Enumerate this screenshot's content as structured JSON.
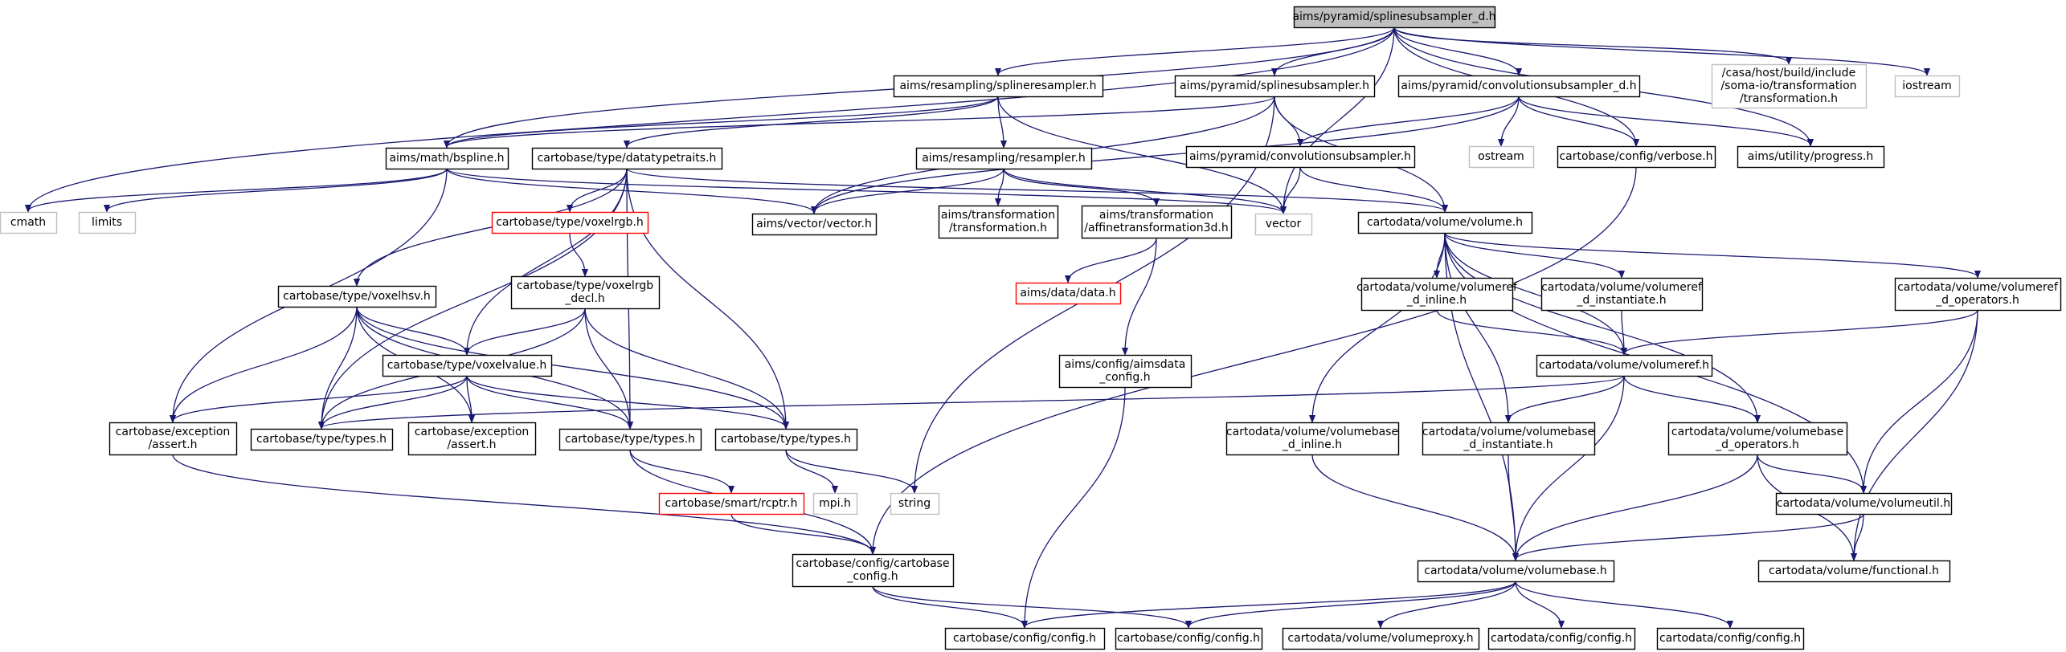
{
  "nodes": [
    {
      "id": "root",
      "kind": "root",
      "lines": [
        "aims/pyramid/splinesubsampler_d.h"
      ]
    },
    {
      "id": "splineresampler",
      "kind": "normal",
      "lines": [
        "aims/resampling/splineresampler.h"
      ]
    },
    {
      "id": "splinesubsampler",
      "kind": "normal",
      "lines": [
        "aims/pyramid/splinesubsampler.h"
      ]
    },
    {
      "id": "convsub_d",
      "kind": "normal",
      "lines": [
        "aims/pyramid/convolutionsubsampler_d.h"
      ]
    },
    {
      "id": "transformation_ext",
      "kind": "missing",
      "lines": [
        "/casa/host/build/include",
        "/soma-io/transformation",
        "/transformation.h"
      ]
    },
    {
      "id": "iostream",
      "kind": "missing",
      "lines": [
        "iostream"
      ]
    },
    {
      "id": "bspline",
      "kind": "normal",
      "lines": [
        "aims/math/bspline.h"
      ]
    },
    {
      "id": "datatypetraits",
      "kind": "normal",
      "lines": [
        "cartobase/type/datatypetraits.h"
      ]
    },
    {
      "id": "resampler",
      "kind": "normal",
      "lines": [
        "aims/resampling/resampler.h"
      ]
    },
    {
      "id": "convsub",
      "kind": "normal",
      "lines": [
        "aims/pyramid/convolutionsubsampler.h"
      ]
    },
    {
      "id": "ostream",
      "kind": "missing",
      "lines": [
        "ostream"
      ]
    },
    {
      "id": "verbose",
      "kind": "normal",
      "lines": [
        "cartobase/config/verbose.h"
      ]
    },
    {
      "id": "progress",
      "kind": "normal",
      "lines": [
        "aims/utility/progress.h"
      ]
    },
    {
      "id": "cmath",
      "kind": "missing",
      "lines": [
        "cmath"
      ]
    },
    {
      "id": "limits",
      "kind": "missing",
      "lines": [
        "limits"
      ]
    },
    {
      "id": "aims_transformation",
      "kind": "normal",
      "lines": [
        "aims/transformation",
        "/transformation.h"
      ]
    },
    {
      "id": "affine3d",
      "kind": "normal",
      "lines": [
        "aims/transformation",
        "/affinetransformation3d.h"
      ]
    },
    {
      "id": "vectorh",
      "kind": "normal",
      "lines": [
        "aims/vector/vector.h"
      ]
    },
    {
      "id": "vector",
      "kind": "missing",
      "lines": [
        "vector"
      ]
    },
    {
      "id": "volume",
      "kind": "normal",
      "lines": [
        "cartodata/volume/volume.h"
      ]
    },
    {
      "id": "voxelrgb",
      "kind": "broken",
      "lines": [
        "cartobase/type/voxelrgb.h"
      ]
    },
    {
      "id": "aimsdata",
      "kind": "broken",
      "lines": [
        "aims/data/data.h"
      ]
    },
    {
      "id": "voxelhsv",
      "kind": "normal",
      "lines": [
        "cartobase/type/voxelhsv.h"
      ]
    },
    {
      "id": "voxelrgb_decl",
      "kind": "normal",
      "lines": [
        "cartobase/type/voxelrgb",
        "_decl.h"
      ]
    },
    {
      "id": "volumeref_inline",
      "kind": "normal",
      "lines": [
        "cartodata/volume/volumeref",
        "_d_inline.h"
      ]
    },
    {
      "id": "volumeref_inst",
      "kind": "normal",
      "lines": [
        "cartodata/volume/volumeref",
        "_d_instantiate.h"
      ]
    },
    {
      "id": "volumeref_ops",
      "kind": "normal",
      "lines": [
        "cartodata/volume/volumeref",
        "_d_operators.h"
      ]
    },
    {
      "id": "voxelvalue",
      "kind": "normal",
      "lines": [
        "cartobase/type/voxelvalue.h"
      ]
    },
    {
      "id": "aimsdata_config",
      "kind": "normal",
      "lines": [
        "aims/config/aimsdata",
        "_config.h"
      ]
    },
    {
      "id": "volumeref",
      "kind": "normal",
      "lines": [
        "cartodata/volume/volumeref.h"
      ]
    },
    {
      "id": "assert1",
      "kind": "normal",
      "lines": [
        "cartobase/exception",
        "/assert.h"
      ]
    },
    {
      "id": "types1",
      "kind": "normal",
      "lines": [
        "cartobase/type/types.h"
      ]
    },
    {
      "id": "assert2",
      "kind": "normal",
      "lines": [
        "cartobase/exception",
        "/assert.h"
      ]
    },
    {
      "id": "types2",
      "kind": "normal",
      "lines": [
        "cartobase/type/types.h"
      ]
    },
    {
      "id": "types3",
      "kind": "normal",
      "lines": [
        "cartobase/type/types.h"
      ]
    },
    {
      "id": "volumebase_inline",
      "kind": "normal",
      "lines": [
        "cartodata/volume/volumebase",
        "_d_inline.h"
      ]
    },
    {
      "id": "volumebase_inst",
      "kind": "normal",
      "lines": [
        "cartodata/volume/volumebase",
        "_d_instantiate.h"
      ]
    },
    {
      "id": "volumebase_ops",
      "kind": "normal",
      "lines": [
        "cartodata/volume/volumebase",
        "_d_operators.h"
      ]
    },
    {
      "id": "mpi",
      "kind": "missing",
      "lines": [
        "mpi.h"
      ]
    },
    {
      "id": "string",
      "kind": "missing",
      "lines": [
        "string"
      ]
    },
    {
      "id": "rcptr",
      "kind": "broken",
      "lines": [
        "cartobase/smart/rcptr.h"
      ]
    },
    {
      "id": "volumeutil",
      "kind": "normal",
      "lines": [
        "cartodata/volume/volumeutil.h"
      ]
    },
    {
      "id": "cartobase_config",
      "kind": "normal",
      "lines": [
        "cartobase/config/cartobase",
        "_config.h"
      ]
    },
    {
      "id": "volumebase",
      "kind": "normal",
      "lines": [
        "cartodata/volume/volumebase.h"
      ]
    },
    {
      "id": "functional",
      "kind": "normal",
      "lines": [
        "cartodata/volume/functional.h"
      ]
    },
    {
      "id": "config1",
      "kind": "normal",
      "lines": [
        "cartobase/config/config.h"
      ]
    },
    {
      "id": "config2",
      "kind": "normal",
      "lines": [
        "cartobase/config/config.h"
      ]
    },
    {
      "id": "volumeproxy",
      "kind": "normal",
      "lines": [
        "cartodata/volume/volumeproxy.h"
      ]
    },
    {
      "id": "config3",
      "kind": "normal",
      "lines": [
        "cartodata/config/config.h"
      ]
    },
    {
      "id": "config4",
      "kind": "normal",
      "lines": [
        "cartodata/config/config.h"
      ]
    }
  ],
  "edges": [
    [
      "root",
      "splineresampler"
    ],
    [
      "root",
      "splinesubsampler"
    ],
    [
      "root",
      "convsub_d"
    ],
    [
      "root",
      "transformation_ext"
    ],
    [
      "root",
      "iostream"
    ],
    [
      "root",
      "bspline"
    ],
    [
      "root",
      "cmath"
    ],
    [
      "root",
      "vector"
    ],
    [
      "root",
      "verbose"
    ],
    [
      "root",
      "progress"
    ],
    [
      "splineresampler",
      "bspline"
    ],
    [
      "splineresampler",
      "datatypetraits"
    ],
    [
      "splineresampler",
      "resampler"
    ],
    [
      "splineresampler",
      "vector"
    ],
    [
      "splinesubsampler",
      "convsub"
    ],
    [
      "splinesubsampler",
      "volume"
    ],
    [
      "splinesubsampler",
      "vectorh"
    ],
    [
      "splinesubsampler",
      "string"
    ],
    [
      "splinesubsampler",
      "bspline"
    ],
    [
      "convsub_d",
      "convsub"
    ],
    [
      "convsub_d",
      "ostream"
    ],
    [
      "convsub_d",
      "verbose"
    ],
    [
      "convsub_d",
      "progress"
    ],
    [
      "convsub_d",
      "vectorh"
    ],
    [
      "bspline",
      "cmath"
    ],
    [
      "bspline",
      "limits"
    ],
    [
      "bspline",
      "vectorh"
    ],
    [
      "bspline",
      "assert1"
    ],
    [
      "bspline",
      "vector"
    ],
    [
      "datatypetraits",
      "voxelrgb"
    ],
    [
      "datatypetraits",
      "voxelhsv"
    ],
    [
      "datatypetraits",
      "voxelvalue"
    ],
    [
      "datatypetraits",
      "types1"
    ],
    [
      "datatypetraits",
      "types2"
    ],
    [
      "datatypetraits",
      "types3"
    ],
    [
      "datatypetraits",
      "volume"
    ],
    [
      "resampler",
      "aims_transformation"
    ],
    [
      "resampler",
      "affine3d"
    ],
    [
      "resampler",
      "vectorh"
    ],
    [
      "resampler",
      "vector"
    ],
    [
      "convsub",
      "volume"
    ],
    [
      "convsub",
      "vector"
    ],
    [
      "verbose",
      "cartobase_config"
    ],
    [
      "affine3d",
      "aimsdata"
    ],
    [
      "affine3d",
      "aimsdata_config"
    ],
    [
      "voxelrgb",
      "voxelrgb_decl"
    ],
    [
      "voxelrgb_decl",
      "voxelvalue"
    ],
    [
      "voxelrgb_decl",
      "types1"
    ],
    [
      "voxelrgb_decl",
      "types2"
    ],
    [
      "voxelrgb_decl",
      "types3"
    ],
    [
      "voxelhsv",
      "voxelvalue"
    ],
    [
      "voxelhsv",
      "assert1"
    ],
    [
      "voxelhsv",
      "types1"
    ],
    [
      "voxelhsv",
      "assert2"
    ],
    [
      "voxelhsv",
      "types2"
    ],
    [
      "voxelhsv",
      "types3"
    ],
    [
      "voxelvalue",
      "assert1"
    ],
    [
      "voxelvalue",
      "types1"
    ],
    [
      "voxelvalue",
      "assert2"
    ],
    [
      "voxelvalue",
      "types2"
    ],
    [
      "voxelvalue",
      "types3"
    ],
    [
      "volume",
      "volumeref_inline"
    ],
    [
      "volume",
      "volumeref_inst"
    ],
    [
      "volume",
      "volumeref_ops"
    ],
    [
      "volume",
      "volumeref"
    ],
    [
      "volume",
      "volumebase_inline"
    ],
    [
      "volume",
      "volumebase_inst"
    ],
    [
      "volume",
      "volumebase_ops"
    ],
    [
      "volume",
      "volumeutil"
    ],
    [
      "volume",
      "volumebase"
    ],
    [
      "volumeref_inline",
      "volumeref"
    ],
    [
      "volumeref_inst",
      "volumeref"
    ],
    [
      "volumeref_ops",
      "volumeref"
    ],
    [
      "volumeref_ops",
      "volumeutil"
    ],
    [
      "volumeref_ops",
      "functional"
    ],
    [
      "volumeref",
      "types1"
    ],
    [
      "volumeref",
      "volumebase_inst"
    ],
    [
      "volumeref",
      "volumebase_ops"
    ],
    [
      "volumeref",
      "volumebase"
    ],
    [
      "aimsdata_config",
      "config1"
    ],
    [
      "assert1",
      "cartobase_config"
    ],
    [
      "types2",
      "rcptr"
    ],
    [
      "types2",
      "cartobase_config"
    ],
    [
      "types3",
      "mpi"
    ],
    [
      "types3",
      "string"
    ],
    [
      "rcptr",
      "cartobase_config"
    ],
    [
      "volumebase_inline",
      "volumebase"
    ],
    [
      "volumebase_inst",
      "volumebase"
    ],
    [
      "volumebase_ops",
      "volumeutil"
    ],
    [
      "volumebase_ops",
      "functional"
    ],
    [
      "volumebase_ops",
      "volumebase"
    ],
    [
      "volumeutil",
      "functional"
    ],
    [
      "volumeutil",
      "volumebase"
    ],
    [
      "cartobase_config",
      "config1"
    ],
    [
      "cartobase_config",
      "config2"
    ],
    [
      "volumebase",
      "config1"
    ],
    [
      "volumebase",
      "config2"
    ],
    [
      "volumebase",
      "volumeproxy"
    ],
    [
      "volumebase",
      "config3"
    ],
    [
      "volumebase",
      "config4"
    ]
  ]
}
